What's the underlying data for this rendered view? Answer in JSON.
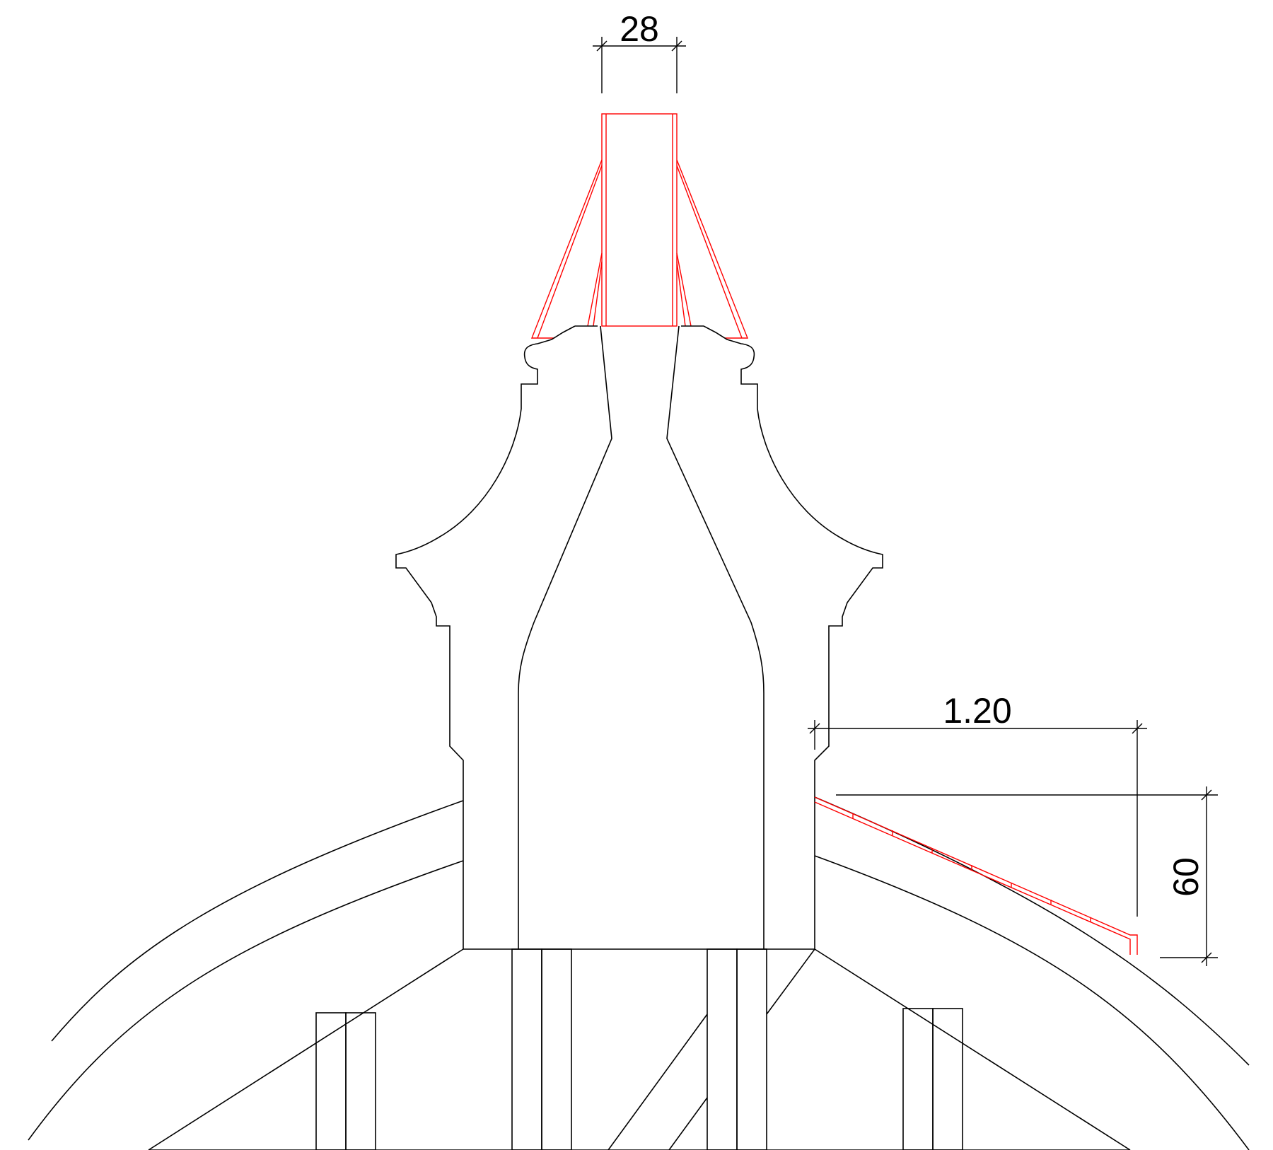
{
  "dimensions": {
    "top_width": "28",
    "flashing_width": "1.20",
    "flashing_height": "60"
  },
  "colors": {
    "linework": "#000000",
    "new_work": "#ff0000",
    "background": "#ffffff"
  }
}
